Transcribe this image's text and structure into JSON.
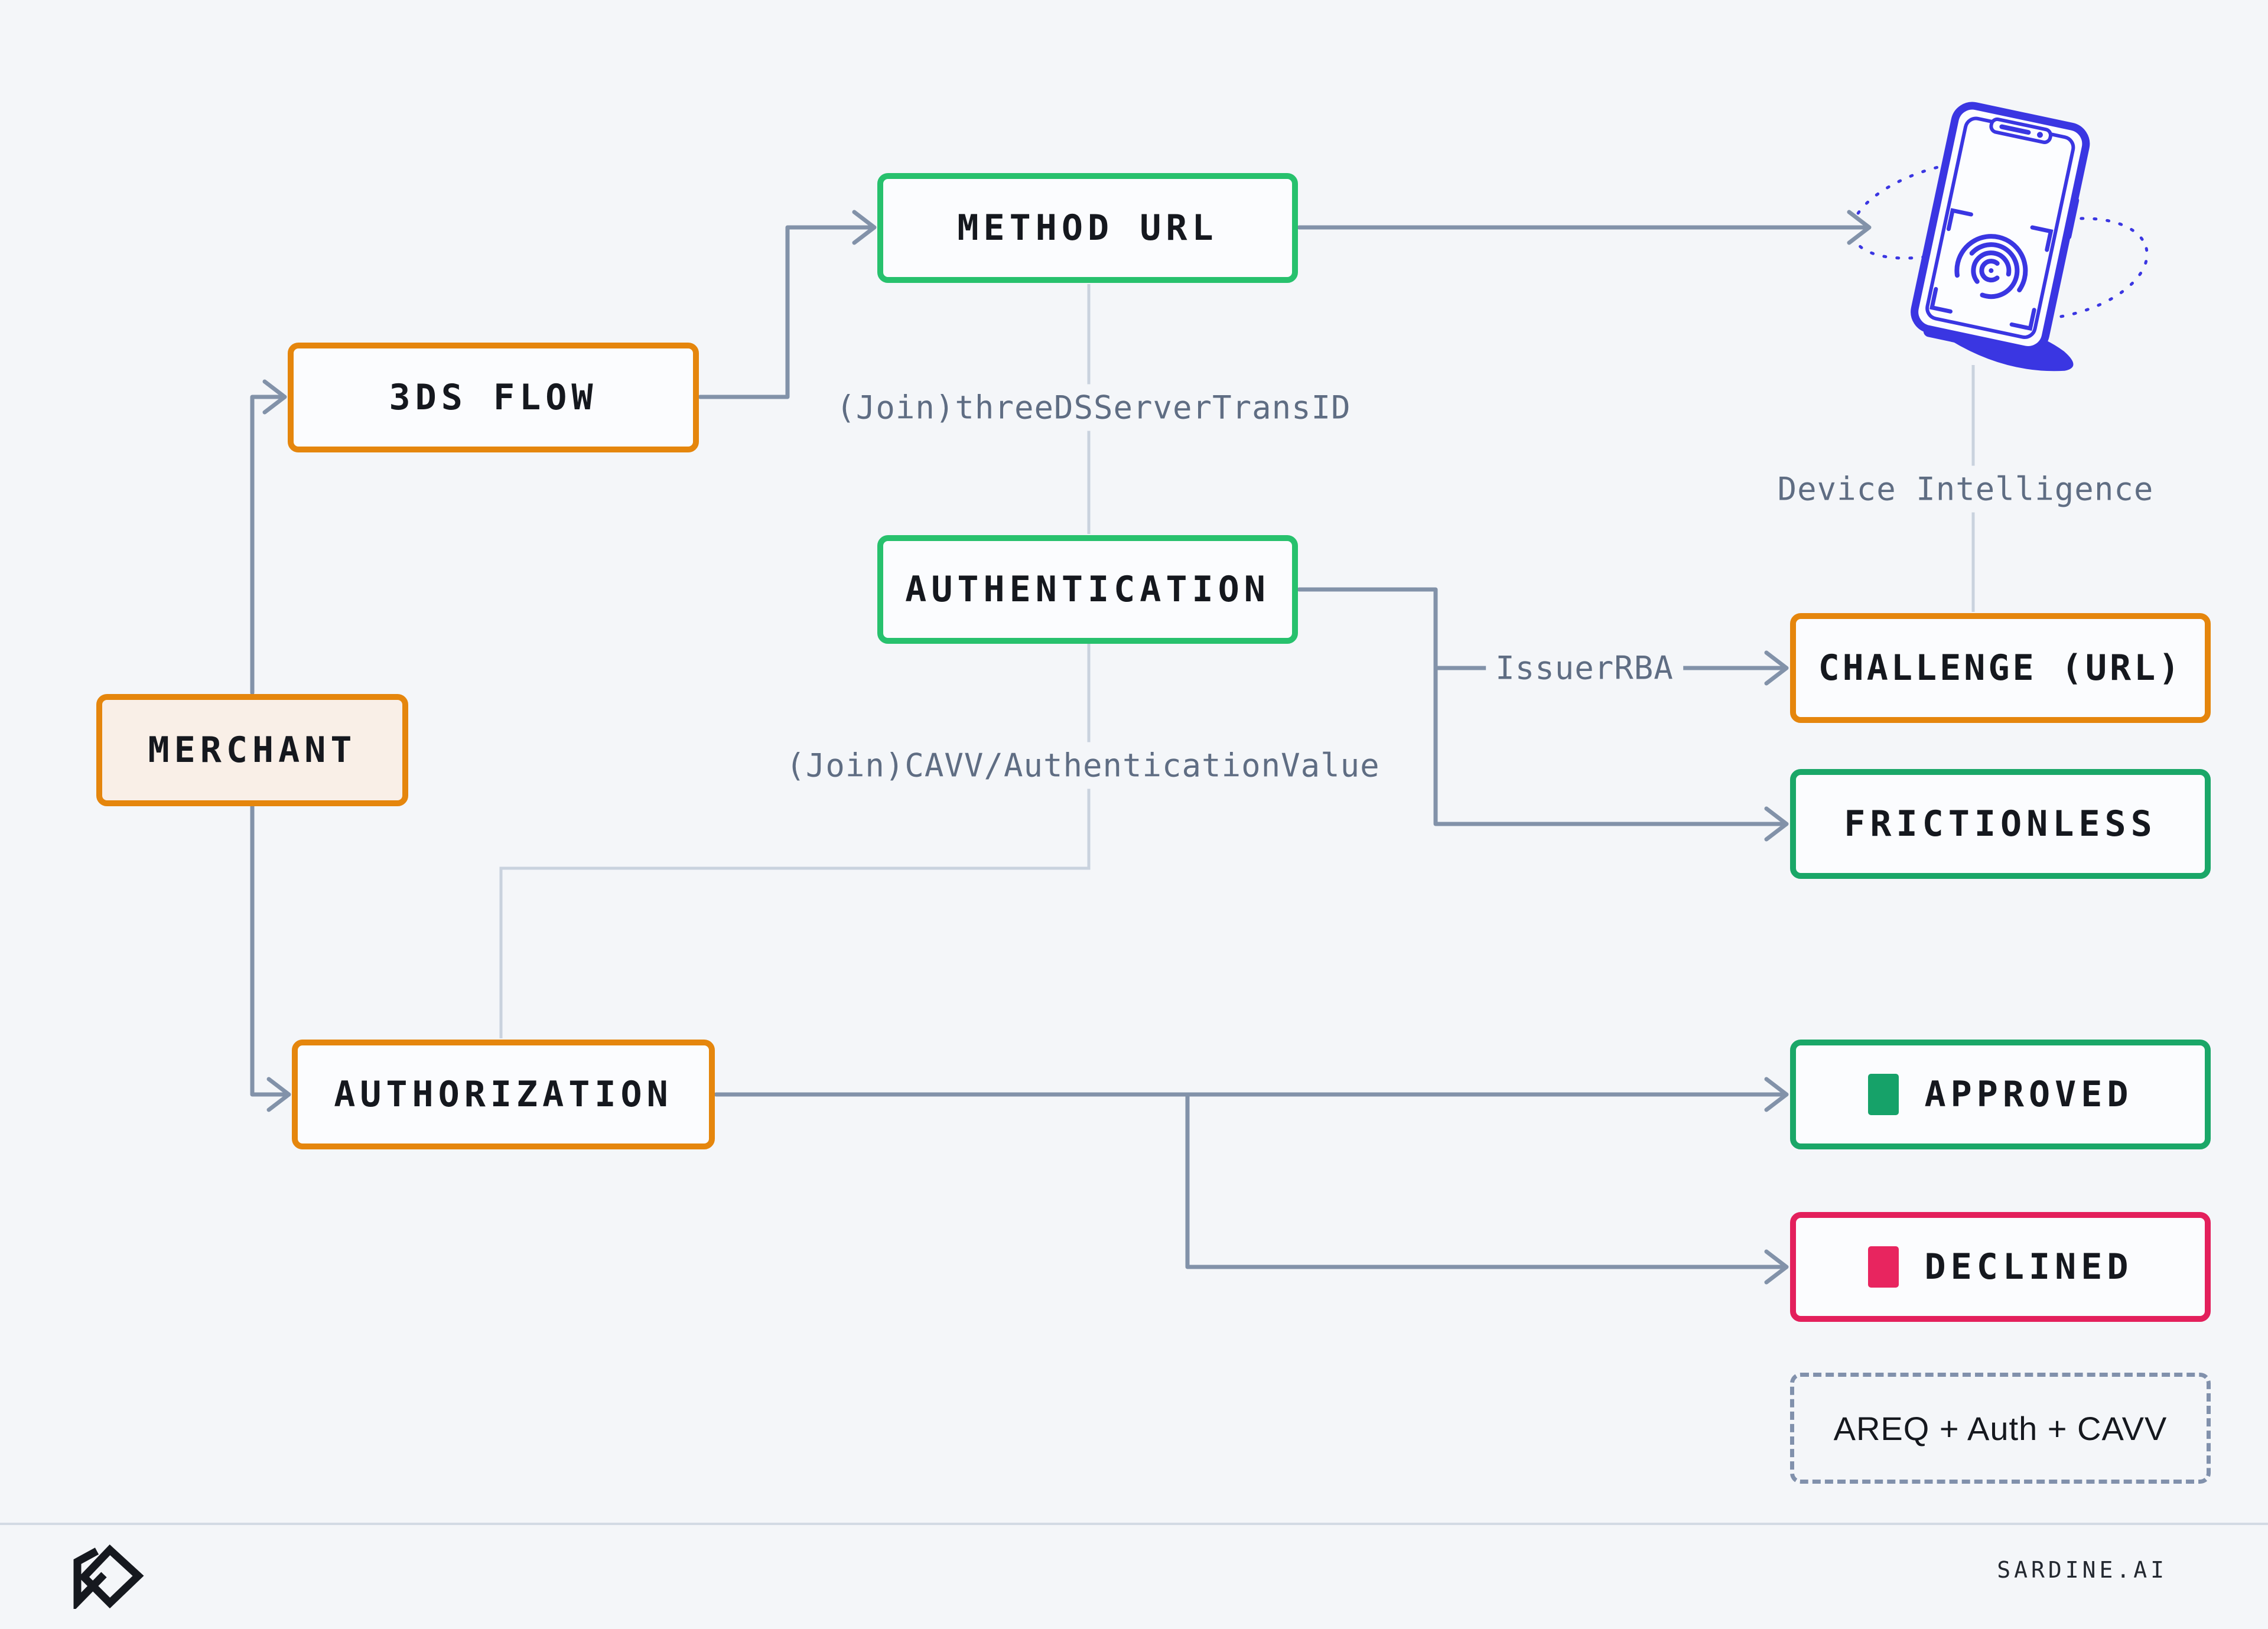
{
  "diagram": {
    "nodes": {
      "merchant": {
        "label": "MERCHANT"
      },
      "threeds_flow": {
        "label": "3DS FLOW"
      },
      "method_url": {
        "label": "METHOD URL"
      },
      "authentication": {
        "label": "AUTHENTICATION"
      },
      "challenge": {
        "label": "CHALLENGE (URL)"
      },
      "frictionless": {
        "label": "FRICTIONLESS"
      },
      "authorization": {
        "label": "AUTHORIZATION"
      },
      "approved": {
        "label": "APPROVED"
      },
      "declined": {
        "label": "DECLINED"
      },
      "areq": {
        "label": "AREQ + Auth + CAVV"
      }
    },
    "edge_labels": {
      "method_join": "(Join)threeDSServerTransID",
      "cavv_join": "(Join)CAVV/AuthenticationValue",
      "issuer_rba": "IssuerRBA",
      "device_intelligence": "Device Intelligence"
    },
    "icons": {
      "phone": "device-fingerprint-phone-icon",
      "approved_marker": "green-square-icon",
      "declined_marker": "pink-square-icon",
      "logo": "sardine-fish-logo-icon"
    }
  },
  "footer": {
    "brand": "SARDINE.AI"
  },
  "colors": {
    "bg": "#f4f6f9",
    "box_bg": "#fbfcfe",
    "ink": "#15181e",
    "label_gray": "#5f6d83",
    "line_dark": "#8292a9",
    "line_light": "#c9d2de",
    "orange": "#e5860d",
    "merchant_fill": "#f9efe7",
    "green_bright": "#27c16d",
    "green_dark": "#1aa768",
    "green_fill": "#16a269",
    "pink": "#e3205c",
    "pink_fill": "#e8255f",
    "dashed_border": "#8191ac",
    "divider": "#d3dae4",
    "phone_blue": "#3a36e2",
    "logo_ink": "#16191f"
  }
}
